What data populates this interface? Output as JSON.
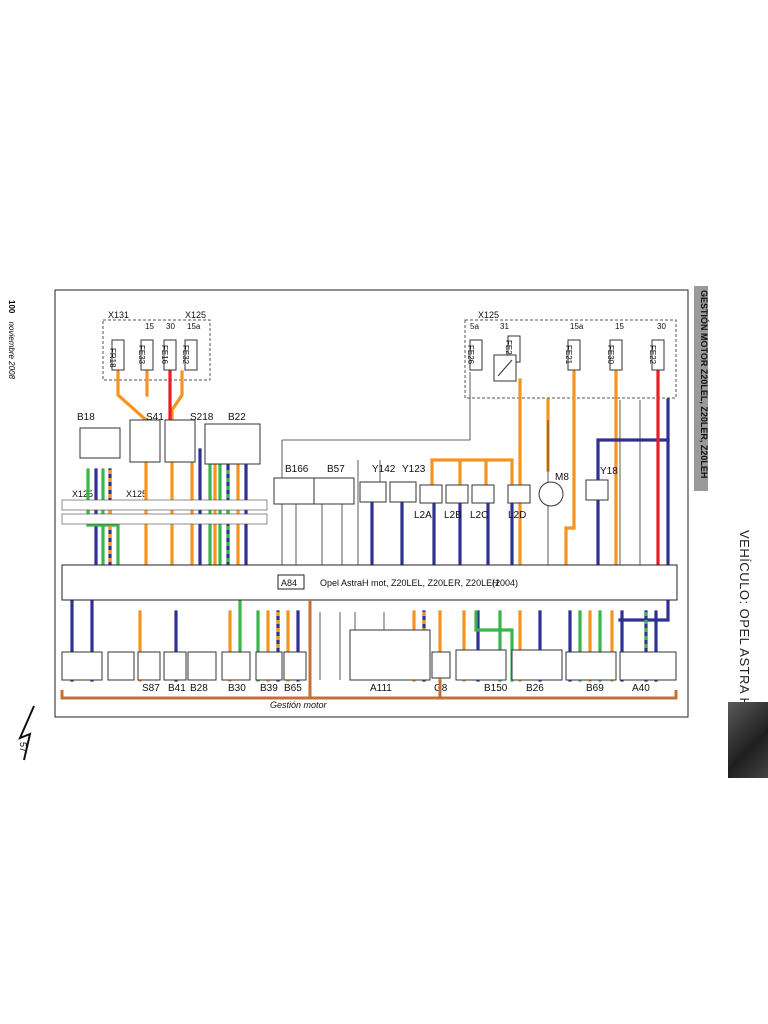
{
  "page": {
    "section_title": "GESTIÓN MOTOR Z20LEL, Z20LER, Z20LEH",
    "vehicle_title": "VEHÍCULO: OPEL ASTRA H (I)",
    "left_page_number": "100",
    "left_page_date": "noviembre 2008",
    "bottom_page_number": "57"
  },
  "diagram": {
    "ecu_label": "Opel AstraH mot, Z20LEL, Z20LER, Z20LEH",
    "ecu_year": "(2004)",
    "ecu_id": "A84",
    "ground_label": "Gestión motor",
    "connectors": {
      "x131": "X131",
      "x125_top_left": "X125",
      "x125_top_right": "X125",
      "x125_left_a": "X125",
      "x125_left_b": "X125"
    },
    "fuses": [
      "FR18",
      "FE33",
      "FE16",
      "FE32",
      "FE26",
      "FE24",
      "FE21",
      "FE30",
      "FE22"
    ],
    "top_components": [
      "B18",
      "S41",
      "S218",
      "B22",
      "B166",
      "B57",
      "Y142",
      "Y123",
      "L2A",
      "L2B",
      "L2C",
      "L2D",
      "M8",
      "Y18"
    ],
    "bottom_components": [
      "S87",
      "B41",
      "B28",
      "B30",
      "B39",
      "B65",
      "A111",
      "G8",
      "B150",
      "B26",
      "B69",
      "A40"
    ],
    "terminal_labels": [
      "15",
      "30",
      "15a",
      "5a",
      "31",
      "15a",
      "15",
      "30"
    ],
    "colors": {
      "orange": "#f7941d",
      "blue": "#2e3192",
      "green": "#39b54a",
      "red": "#ed1c24",
      "ground": "#c1703a"
    }
  }
}
